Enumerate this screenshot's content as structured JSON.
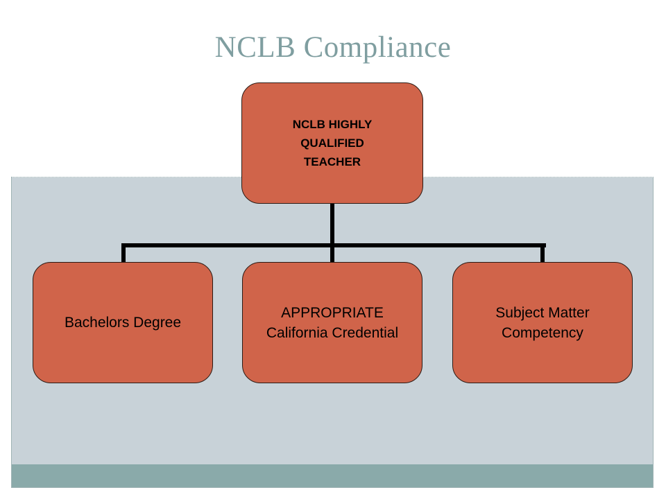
{
  "slide": {
    "title": "NCLB Compliance",
    "colors": {
      "title": "#7f9ea0",
      "node_fill": "#d0644a",
      "connector": "#000000",
      "mid_band": "#c8d2d8",
      "bottom_band": "#8aaaaa"
    }
  },
  "diagram": {
    "type": "org-chart",
    "root": {
      "label": "NCLB HIGHLY\nQUALIFIED\nTEACHER"
    },
    "children": [
      {
        "label": "Bachelors Degree"
      },
      {
        "label": "APPROPRIATE\nCalifornia Credential"
      },
      {
        "label": "Subject Matter\nCompetency"
      }
    ]
  }
}
